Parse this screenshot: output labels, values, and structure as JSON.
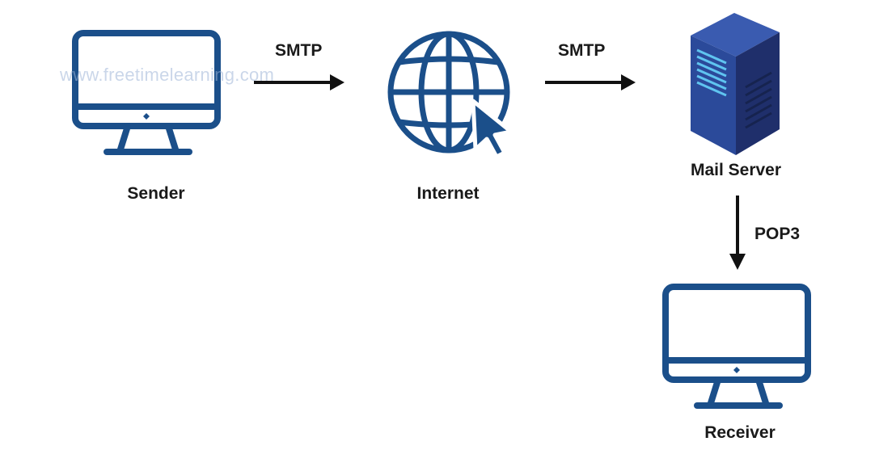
{
  "watermark": "www.freetimelearning.com",
  "nodes": {
    "sender": "Sender",
    "internet": "Internet",
    "mail_server": "Mail Server",
    "receiver": "Receiver"
  },
  "edges": {
    "sender_to_internet": "SMTP",
    "internet_to_server": "SMTP",
    "server_to_receiver": "POP3"
  },
  "colors": {
    "icon_blue": "#1b4f8a",
    "server_dark": "#1f2f6b",
    "server_light": "#3a5bb0",
    "server_led": "#5fc4f0",
    "arrow": "#111111"
  }
}
